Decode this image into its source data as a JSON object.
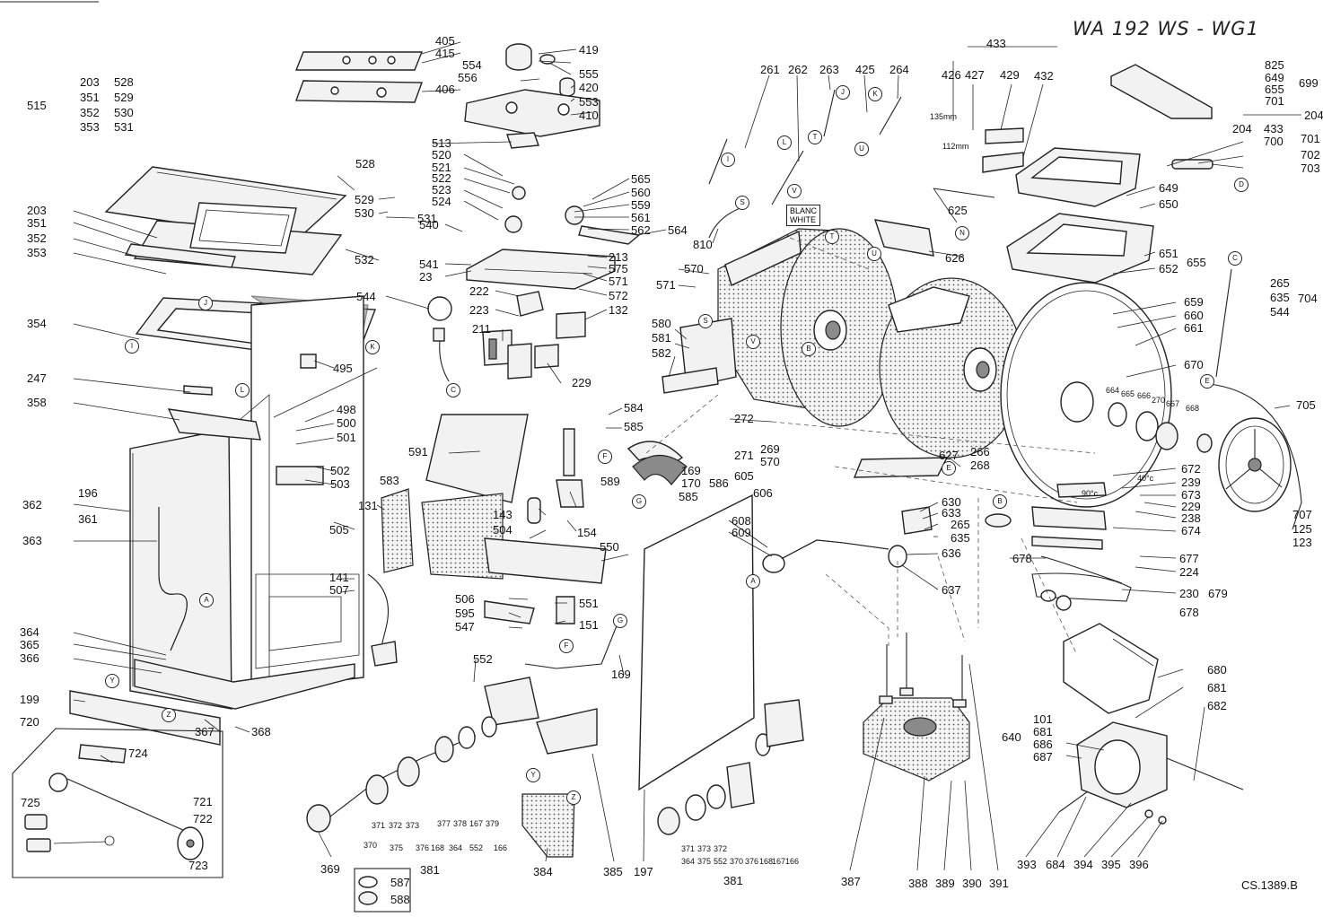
{
  "title": "WA 192 WS - WG1",
  "reference": "CS.1389.B",
  "white_label": [
    "BLANC",
    "WHITE"
  ],
  "sizes": {
    "s135": "135mm",
    "s112": "112mm",
    "s40": "40°c",
    "s90": "90°c"
  },
  "labels": {
    "l515": "515",
    "l203a": "203",
    "l528a": "528",
    "l351a": "351",
    "l529a": "529",
    "l352a": "352",
    "l530a": "530",
    "l353a": "353",
    "l531a": "531",
    "l405": "405",
    "l415": "415",
    "l406": "406",
    "l419": "419",
    "l554": "554",
    "l555": "555",
    "l556": "556",
    "l420": "420",
    "l553": "553",
    "l410": "410",
    "l528": "528",
    "l529": "529",
    "l530": "530",
    "l531": "531",
    "l532": "532",
    "l203": "203",
    "l351": "351",
    "l352": "352",
    "l353": "353",
    "l354": "354",
    "l513": "513",
    "l520": "520",
    "l521": "521",
    "l522": "522",
    "l523": "523",
    "l524": "524",
    "l565": "565",
    "l560": "560",
    "l559": "559",
    "l561": "561",
    "l562": "562",
    "l564": "564",
    "l540": "540",
    "l541": "541",
    "l23": "23",
    "l213": "213",
    "l575": "575",
    "l571b": "571",
    "l572": "572",
    "l132": "132",
    "l222": "222",
    "l223": "223",
    "l211": "211",
    "l229a": "229",
    "l544a": "544",
    "l247": "247",
    "l358": "358",
    "l495": "495",
    "l498": "498",
    "l500": "500",
    "l501": "501",
    "l502": "502",
    "l503": "503",
    "l362": "362",
    "l196": "196",
    "l361": "361",
    "l363": "363",
    "l131": "131",
    "l505": "505",
    "l141": "141",
    "l507": "507",
    "l364": "364",
    "l365": "365",
    "l366": "366",
    "l199": "199",
    "l367": "367",
    "l368": "368",
    "l720": "720",
    "l724": "724",
    "l725": "725",
    "l721": "721",
    "l722": "722",
    "l723": "723",
    "l261": "261",
    "l262": "262",
    "l263": "263",
    "l425": "425",
    "l264": "264",
    "l810": "810",
    "l570": "570",
    "l571": "571",
    "l580": "580",
    "l581": "581",
    "l582": "582",
    "l584": "584",
    "l585a": "585",
    "l591": "591",
    "l583": "583",
    "l143": "143",
    "l504": "504",
    "l550": "550",
    "l589": "589",
    "l154": "154",
    "l169a": "169",
    "l170": "170",
    "l585": "585",
    "l586": "586",
    "l506": "506",
    "l551": "551",
    "l595": "595",
    "l547": "547",
    "l151": "151",
    "l552": "552",
    "l169": "169",
    "l369": "369",
    "l384": "384",
    "l385": "385",
    "l197": "197",
    "l381b": "381",
    "l433": "433",
    "l426": "426",
    "l427": "427",
    "l429": "429",
    "l432": "432",
    "l625": "625",
    "l626": "626",
    "l825": "825",
    "l649a": "649",
    "l655a": "655",
    "l701a": "701",
    "l699": "699",
    "l204": "204",
    "l204b": "204",
    "l433b": "433",
    "l700": "700",
    "l701": "701",
    "l702": "702",
    "l703": "703",
    "l649": "649",
    "l650": "650",
    "l651": "651",
    "l652": "652",
    "l655": "655",
    "l265a": "265",
    "l635a": "635",
    "l544": "544",
    "l704": "704",
    "l659": "659",
    "l660": "660",
    "l661": "661",
    "l670": "670",
    "l705": "705",
    "l664": "664",
    "l665": "665",
    "l666": "666",
    "l270": "270",
    "l667": "667",
    "l668": "668",
    "l272": "272",
    "l269": "269",
    "l570b": "570",
    "l271": "271",
    "l605": "605",
    "l606": "606",
    "l627": "627",
    "l266": "266",
    "l268": "268",
    "l672": "672",
    "l239": "239",
    "l673": "673",
    "l229": "229",
    "l238": "238",
    "l674": "674",
    "l707": "707",
    "l125": "125",
    "l123": "123",
    "l630": "630",
    "l633": "633",
    "l265": "265",
    "l635": "635",
    "l636": "636",
    "l637": "637",
    "l608": "608",
    "l609": "609",
    "l678a": "678",
    "l677": "677",
    "l224": "224",
    "l230": "230",
    "l679": "679",
    "l678": "678",
    "l680": "680",
    "l681a": "681",
    "l682": "682",
    "l640": "640",
    "l101": "101",
    "l681": "681",
    "l686": "686",
    "l687": "687",
    "l387": "387",
    "l388": "388",
    "l389": "389",
    "l390": "390",
    "l391": "391",
    "l393": "393",
    "l684": "684",
    "l394": "394",
    "l395": "395",
    "l396": "396",
    "l587": "587",
    "l588": "588",
    "l381a": "381"
  },
  "small_labels": {
    "b371": "371",
    "b372": "372",
    "b373": "373",
    "b370": "370",
    "b375": "375",
    "b376": "376",
    "b168": "168",
    "b364": "364",
    "b552": "552",
    "b166": "166",
    "b377": "377",
    "b378": "378",
    "b167": "167",
    "b379": "379",
    "a371": "371",
    "a373": "373",
    "a372": "372",
    "a364": "364",
    "a375": "375",
    "a552": "552",
    "a370": "370",
    "a376": "376",
    "a168": "168",
    "a167": "167",
    "a166": "166"
  },
  "connectors": [
    "A",
    "B",
    "C",
    "D",
    "E",
    "F",
    "G",
    "I",
    "J",
    "K",
    "L",
    "N",
    "S",
    "T",
    "U",
    "V",
    "Y",
    "Z"
  ]
}
